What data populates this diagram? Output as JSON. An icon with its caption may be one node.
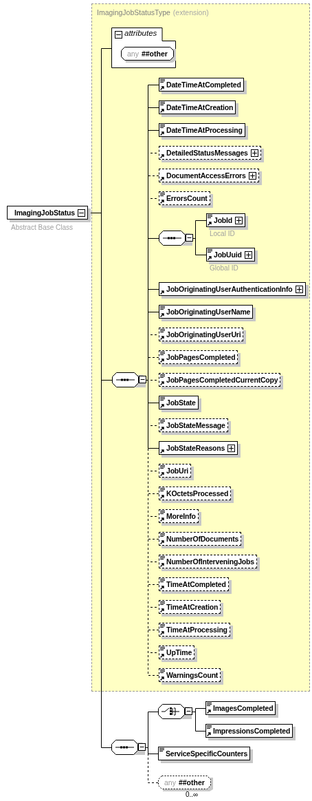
{
  "diagram": {
    "nodes": [
      {
        "text": [
          "ImagingJobStatus"
        ],
        "beside": [
          "Abstract Base Class"
        ]
      },
      {
        "text": [
          "ImagingJobStatusType",
          "(extension)"
        ]
      },
      {
        "text": [
          "attributes"
        ],
        "in": 1
      },
      {
        "text": [
          "any",
          "##other"
        ],
        "in": 2
      },
      {
        "text": [],
        "shape": "octagon",
        "in": 1
      },
      {
        "text": [
          "DateTimeAtCompleted"
        ],
        "in": 1
      },
      {
        "text": [
          "DateTimeAtCreation"
        ],
        "in": 1
      },
      {
        "text": [
          "DateTimeAtProcessing"
        ],
        "in": 1
      },
      {
        "text": [
          "DetailedStatusMessages"
        ],
        "in": 1
      },
      {
        "text": [
          "DocumentAccessErrors"
        ],
        "in": 1
      },
      {
        "text": [
          "ErrorsCount"
        ],
        "in": 1
      },
      {
        "text": [],
        "shape": "octagon",
        "in": 1
      },
      {
        "text": [
          "JobId"
        ],
        "beside": [
          "Local ID"
        ],
        "in": 1
      },
      {
        "text": [
          "JobUuid"
        ],
        "beside": [
          "Global ID"
        ],
        "in": 1
      },
      {
        "text": [
          "JobOriginatingUserAuthenticationInfo"
        ],
        "in": 1
      },
      {
        "text": [
          "JobOriginatingUserName"
        ],
        "in": 1
      },
      {
        "text": [
          "JobOriginatingUserUri"
        ],
        "in": 1
      },
      {
        "text": [
          "JobPagesCompleted"
        ],
        "in": 1
      },
      {
        "text": [
          "JobPagesCompletedCurrentCopy"
        ],
        "in": 1
      },
      {
        "text": [
          "JobState"
        ],
        "in": 1
      },
      {
        "text": [
          "JobStateMessage"
        ],
        "in": 1
      },
      {
        "text": [
          "JobStateReasons"
        ],
        "in": 1
      },
      {
        "text": [
          "JobUri"
        ],
        "in": 1
      },
      {
        "text": [
          "KOctetsProcessed"
        ],
        "in": 1
      },
      {
        "text": [
          "MoreInfo"
        ],
        "in": 1
      },
      {
        "text": [
          "NumberOfDocuments"
        ],
        "in": 1
      },
      {
        "text": [
          "NumberOfInterveningJobs"
        ],
        "in": 1
      },
      {
        "text": [
          "TimeAtCompleted"
        ],
        "in": 1
      },
      {
        "text": [
          "TimeAtCreation"
        ],
        "in": 1
      },
      {
        "text": [
          "TimeAtProcessing"
        ],
        "in": 1
      },
      {
        "text": [
          "UpTime"
        ],
        "in": 1
      },
      {
        "text": [
          "WarningsCount"
        ],
        "in": 1
      },
      {
        "text": [],
        "shape": "octagon"
      },
      {
        "text": [],
        "shape": "octagon"
      },
      {
        "text": [
          "ImagesCompleted"
        ]
      },
      {
        "text": [
          "ImpressionsCompleted"
        ]
      },
      {
        "text": [
          "ServiceSpecificCounters"
        ]
      },
      {
        "text": [
          "any",
          "##other"
        ],
        "beside": [
          "0..∞"
        ]
      }
    ],
    "edges": [
      {
        "from": 0,
        "to": 2,
        "arrow": "none"
      },
      {
        "from": 0,
        "to": 4,
        "arrow": "none"
      },
      {
        "from": 0,
        "to": 32,
        "arrow": "none"
      },
      {
        "from": 4,
        "to": 5,
        "arrow": "none"
      },
      {
        "from": 4,
        "to": 6,
        "arrow": "none"
      },
      {
        "from": 4,
        "to": 7,
        "arrow": "none"
      },
      {
        "from": 4,
        "to": 8,
        "arrow": "none",
        "style": "dashed"
      },
      {
        "from": 4,
        "to": 9,
        "arrow": "none",
        "style": "dashed"
      },
      {
        "from": 4,
        "to": 10,
        "arrow": "none",
        "style": "dashed"
      },
      {
        "from": 4,
        "to": 11,
        "arrow": "none"
      },
      {
        "from": 11,
        "to": 12,
        "arrow": "none"
      },
      {
        "from": 11,
        "to": 13,
        "arrow": "none"
      },
      {
        "from": 4,
        "to": 14,
        "arrow": "none"
      },
      {
        "from": 4,
        "to": 15,
        "arrow": "none"
      },
      {
        "from": 4,
        "to": 16,
        "arrow": "none",
        "style": "dashed"
      },
      {
        "from": 4,
        "to": 17,
        "arrow": "none",
        "style": "dashed"
      },
      {
        "from": 4,
        "to": 18,
        "arrow": "none",
        "style": "dashed"
      },
      {
        "from": 4,
        "to": 19,
        "arrow": "none"
      },
      {
        "from": 4,
        "to": 20,
        "arrow": "none",
        "style": "dashed"
      },
      {
        "from": 4,
        "to": 21,
        "arrow": "none"
      },
      {
        "from": 4,
        "to": 22,
        "arrow": "none",
        "style": "dashed"
      },
      {
        "from": 4,
        "to": 23,
        "arrow": "none",
        "style": "dashed"
      },
      {
        "from": 4,
        "to": 24,
        "arrow": "none",
        "style": "dashed"
      },
      {
        "from": 4,
        "to": 25,
        "arrow": "none",
        "style": "dashed"
      },
      {
        "from": 4,
        "to": 26,
        "arrow": "none",
        "style": "dashed"
      },
      {
        "from": 4,
        "to": 27,
        "arrow": "none",
        "style": "dashed"
      },
      {
        "from": 4,
        "to": 28,
        "arrow": "none",
        "style": "dashed"
      },
      {
        "from": 4,
        "to": 29,
        "arrow": "none",
        "style": "dashed"
      },
      {
        "from": 4,
        "to": 30,
        "arrow": "none",
        "style": "dashed"
      },
      {
        "from": 4,
        "to": 31,
        "arrow": "none",
        "style": "dashed"
      },
      {
        "from": 32,
        "to": 33,
        "arrow": "none"
      },
      {
        "from": 33,
        "to": 34,
        "arrow": "none"
      },
      {
        "from": 33,
        "to": 35,
        "arrow": "none"
      },
      {
        "from": 32,
        "to": 36,
        "arrow": "none"
      },
      {
        "from": 32,
        "to": 37,
        "arrow": "none",
        "style": "dashed"
      }
    ]
  }
}
